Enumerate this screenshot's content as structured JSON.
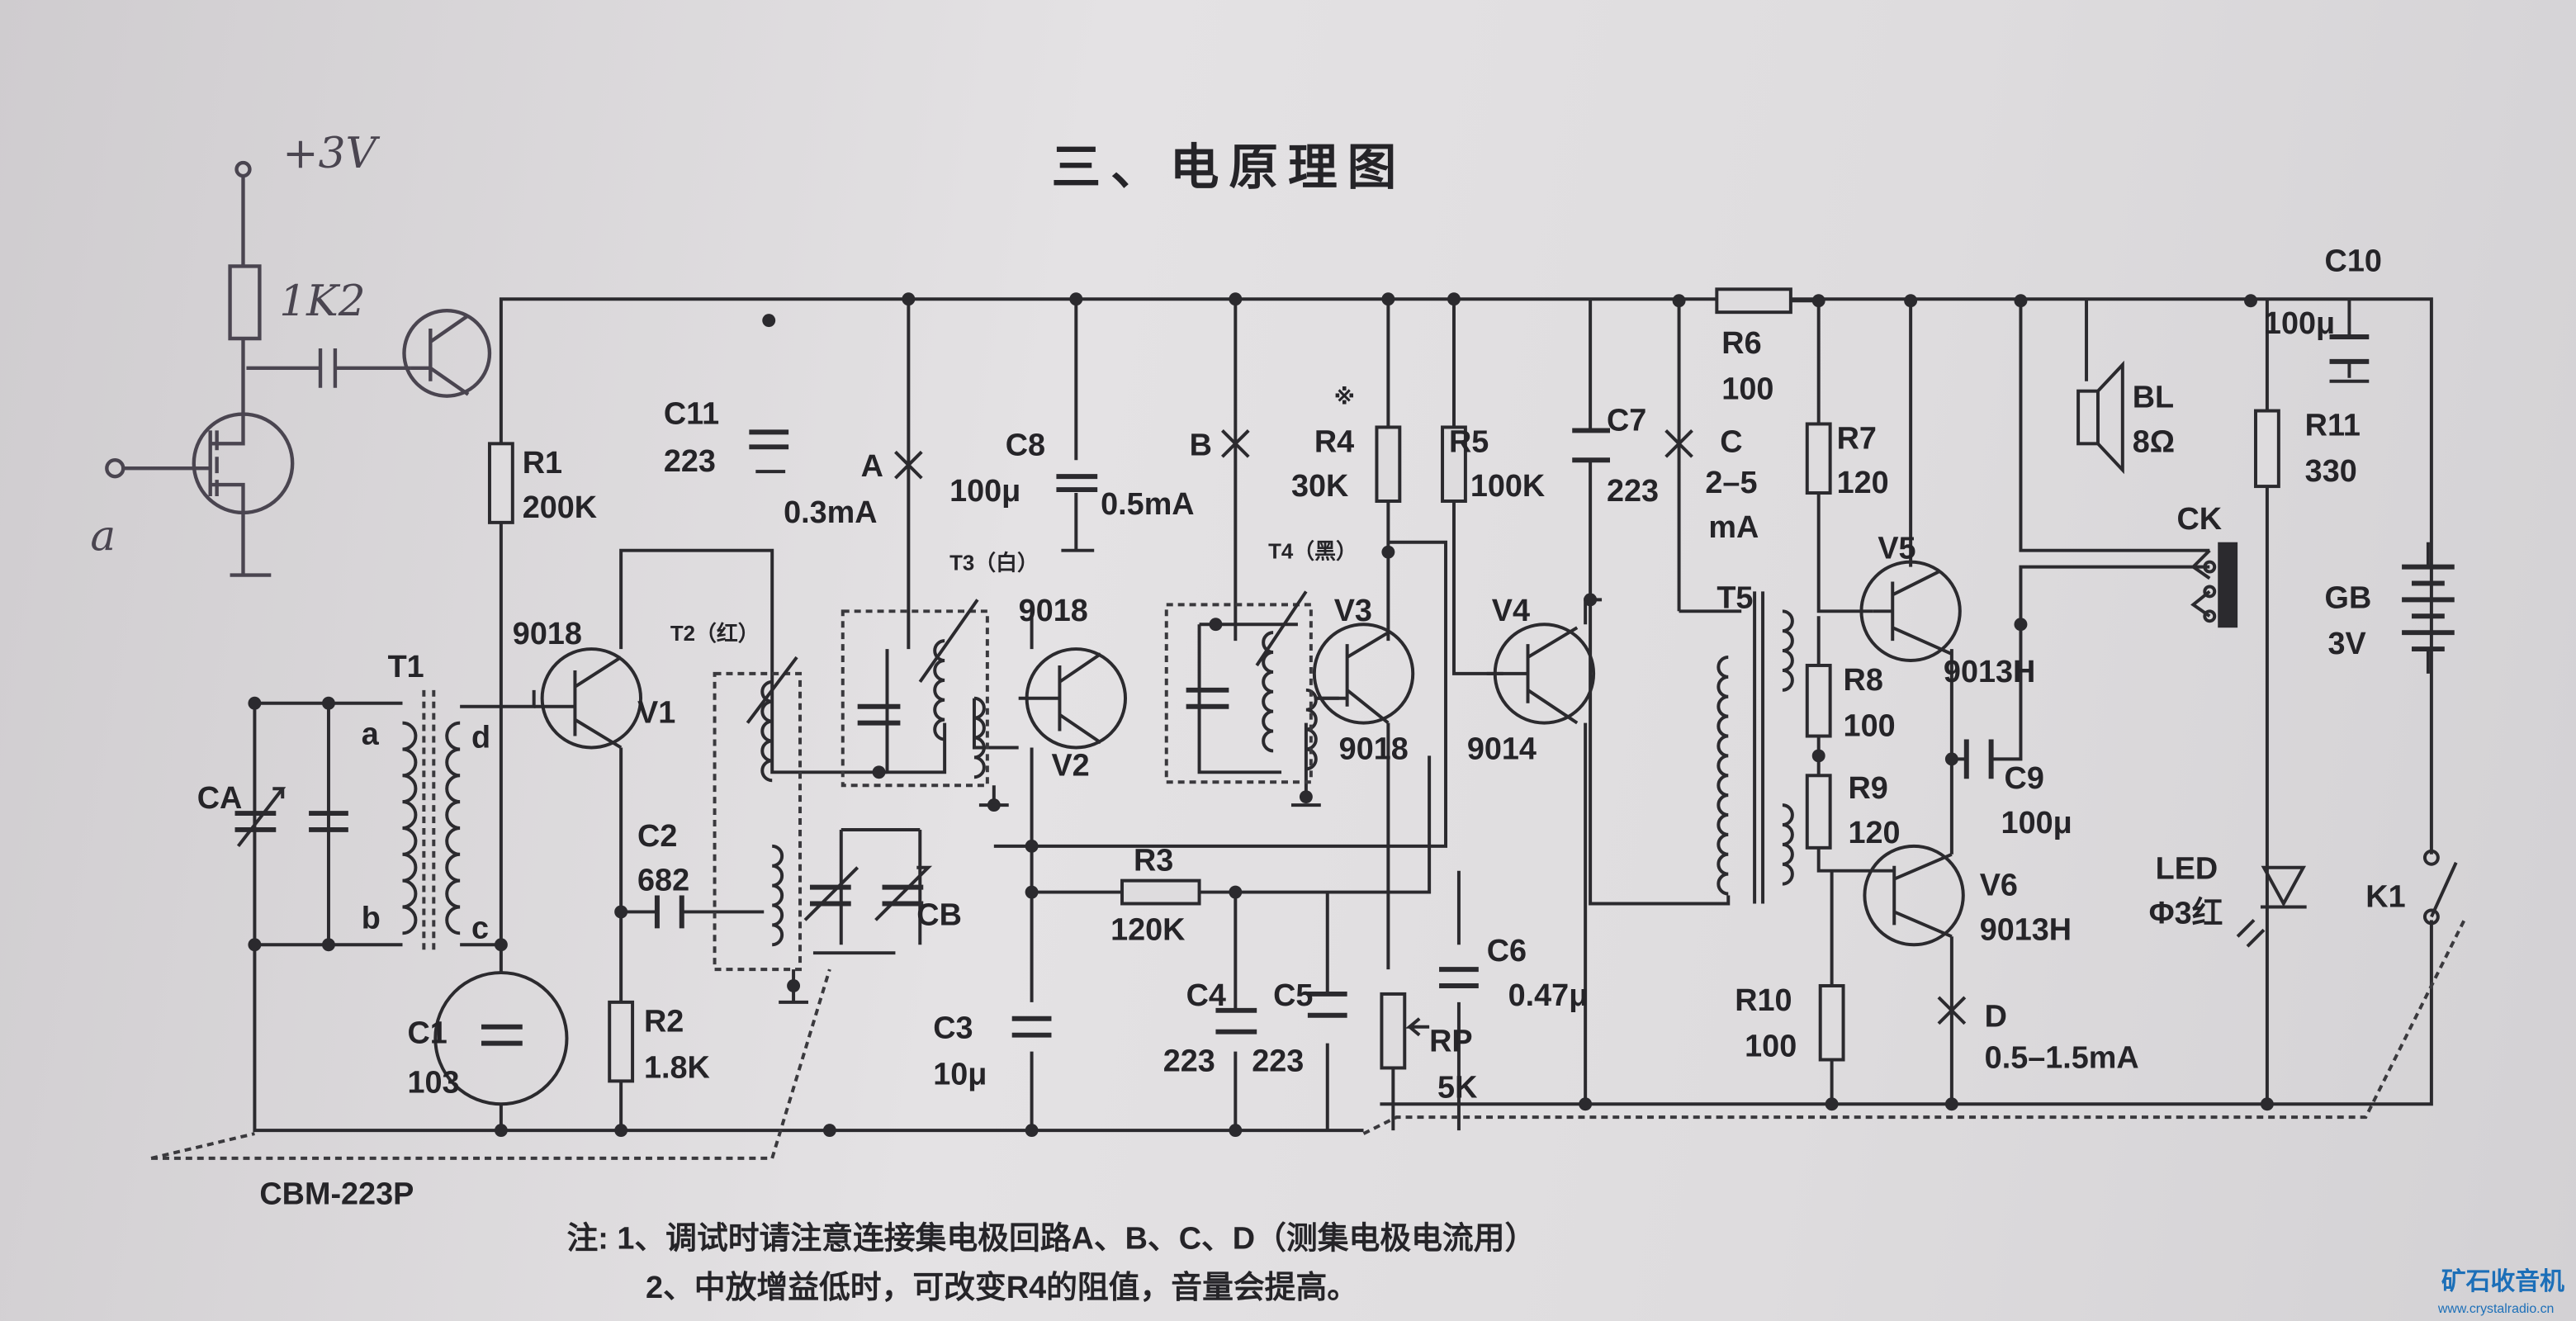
{
  "title": "三、电原理图",
  "handwritten": {
    "supply": "+3V",
    "resistor": "1K2",
    "input": "a"
  },
  "components": {
    "T1": "T1",
    "T1_a": "a",
    "T1_b": "b",
    "T1_c": "c",
    "T1_d": "d",
    "CA": "CA",
    "CB": "CB",
    "C1": "C1",
    "C1_val": "103",
    "R1": "R1",
    "R1_val": "200K",
    "V1_type": "9018",
    "V1": "V1",
    "C2": "C2",
    "C2_val": "682",
    "R2": "R2",
    "R2_val": "1.8K",
    "T2": "T2（红）",
    "C11": "C11",
    "C11_val": "223",
    "A": "A",
    "A_current": "0.3mA",
    "T3": "T3（白）",
    "V2_type": "9018",
    "V2": "V2",
    "C8": "C8",
    "C8_val": "100μ",
    "B_current": "0.5mA",
    "B": "B",
    "T4": "T4（黑）",
    "R4_mark": "※",
    "R4": "R4",
    "R4_val": "30K",
    "V3": "V3",
    "V3_type": "9018",
    "R3": "R3",
    "R3_val": "120K",
    "C3": "C3",
    "C3_val": "10μ",
    "C4": "C4",
    "C4_val": "223",
    "C5": "C5",
    "C5_val": "223",
    "R5": "R5",
    "R5_val": "100K",
    "V4": "V4",
    "V4_type": "9014",
    "C6": "C6",
    "C6_val": "0.47μ",
    "RP": "RP",
    "RP_val": "5K",
    "C7": "C7",
    "C7_val": "223",
    "C": "C",
    "C_current_1": "2–5",
    "C_current_2": "mA",
    "R6": "R6",
    "R6_val": "100",
    "T5": "T5",
    "R7": "R7",
    "R7_val": "120",
    "R8": "R8",
    "R8_val": "100",
    "R9": "R9",
    "R9_val": "120",
    "R10": "R10",
    "R10_val": "100",
    "V5": "V5",
    "V5_type": "9013H",
    "V6": "V6",
    "V6_type": "9013H",
    "C9": "C9",
    "C9_val": "100μ",
    "D": "D",
    "D_current": "0.5–1.5mA",
    "BL": "BL",
    "BL_val": "8Ω",
    "CK": "CK",
    "C10": "C10",
    "C10_val": "100μ",
    "R11": "R11",
    "R11_val": "330",
    "GB": "GB",
    "GB_val": "3V",
    "LED": "LED",
    "LED_val": "Φ3红",
    "K1": "K1",
    "CBM": "CBM-223P"
  },
  "notes": {
    "line1": "注: 1、调试时请注意连接集电极回路A、B、C、D（测集电极电流用）",
    "line2": "2、中放增益低时，可改变R4的阻值，音量会提高。"
  },
  "watermark": {
    "name": "矿石收音机",
    "url": "www.crystalradio.cn"
  }
}
